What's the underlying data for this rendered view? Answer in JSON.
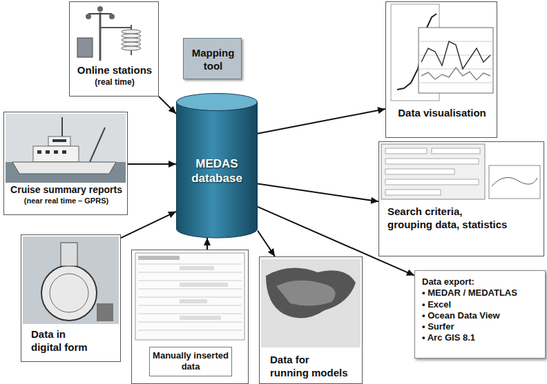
{
  "diagram": {
    "nodes": [
      {
        "text": [
          "Online stations",
          "(real time)"
        ]
      },
      {
        "text": [
          "Cruise summary reports",
          "(near real time – GPRS)"
        ]
      },
      {
        "text": [
          "Mapping tool"
        ]
      },
      {
        "text": [
          "MEDAS database"
        ]
      },
      {
        "text": [
          "Data visualisation"
        ]
      },
      {
        "text": [
          "Search criteria, grouping data, statistics"
        ]
      },
      {
        "text": [
          "Data in digital form"
        ]
      },
      {
        "text": [
          "Manually inserted data"
        ]
      },
      {
        "text": [
          "Data for running models"
        ]
      },
      {
        "text": [
          "Data export:",
          "• MEDAR / MEDATLAS",
          "• Excel",
          "• Ocean Data View",
          "• Surfer",
          "• Arc GIS 8.1"
        ]
      }
    ],
    "edges": [
      {
        "from": 0,
        "to": 3,
        "arrow": "to"
      },
      {
        "from": 1,
        "to": 3,
        "arrow": "to"
      },
      {
        "from": 6,
        "to": 3,
        "arrow": "to"
      },
      {
        "from": 7,
        "to": 3,
        "arrow": "to"
      },
      {
        "from": 3,
        "to": 4,
        "arrow": "to"
      },
      {
        "from": 3,
        "to": 5,
        "arrow": "to"
      },
      {
        "from": 3,
        "to": 8,
        "arrow": "to"
      },
      {
        "from": 3,
        "to": 9,
        "arrow": "to"
      }
    ]
  }
}
